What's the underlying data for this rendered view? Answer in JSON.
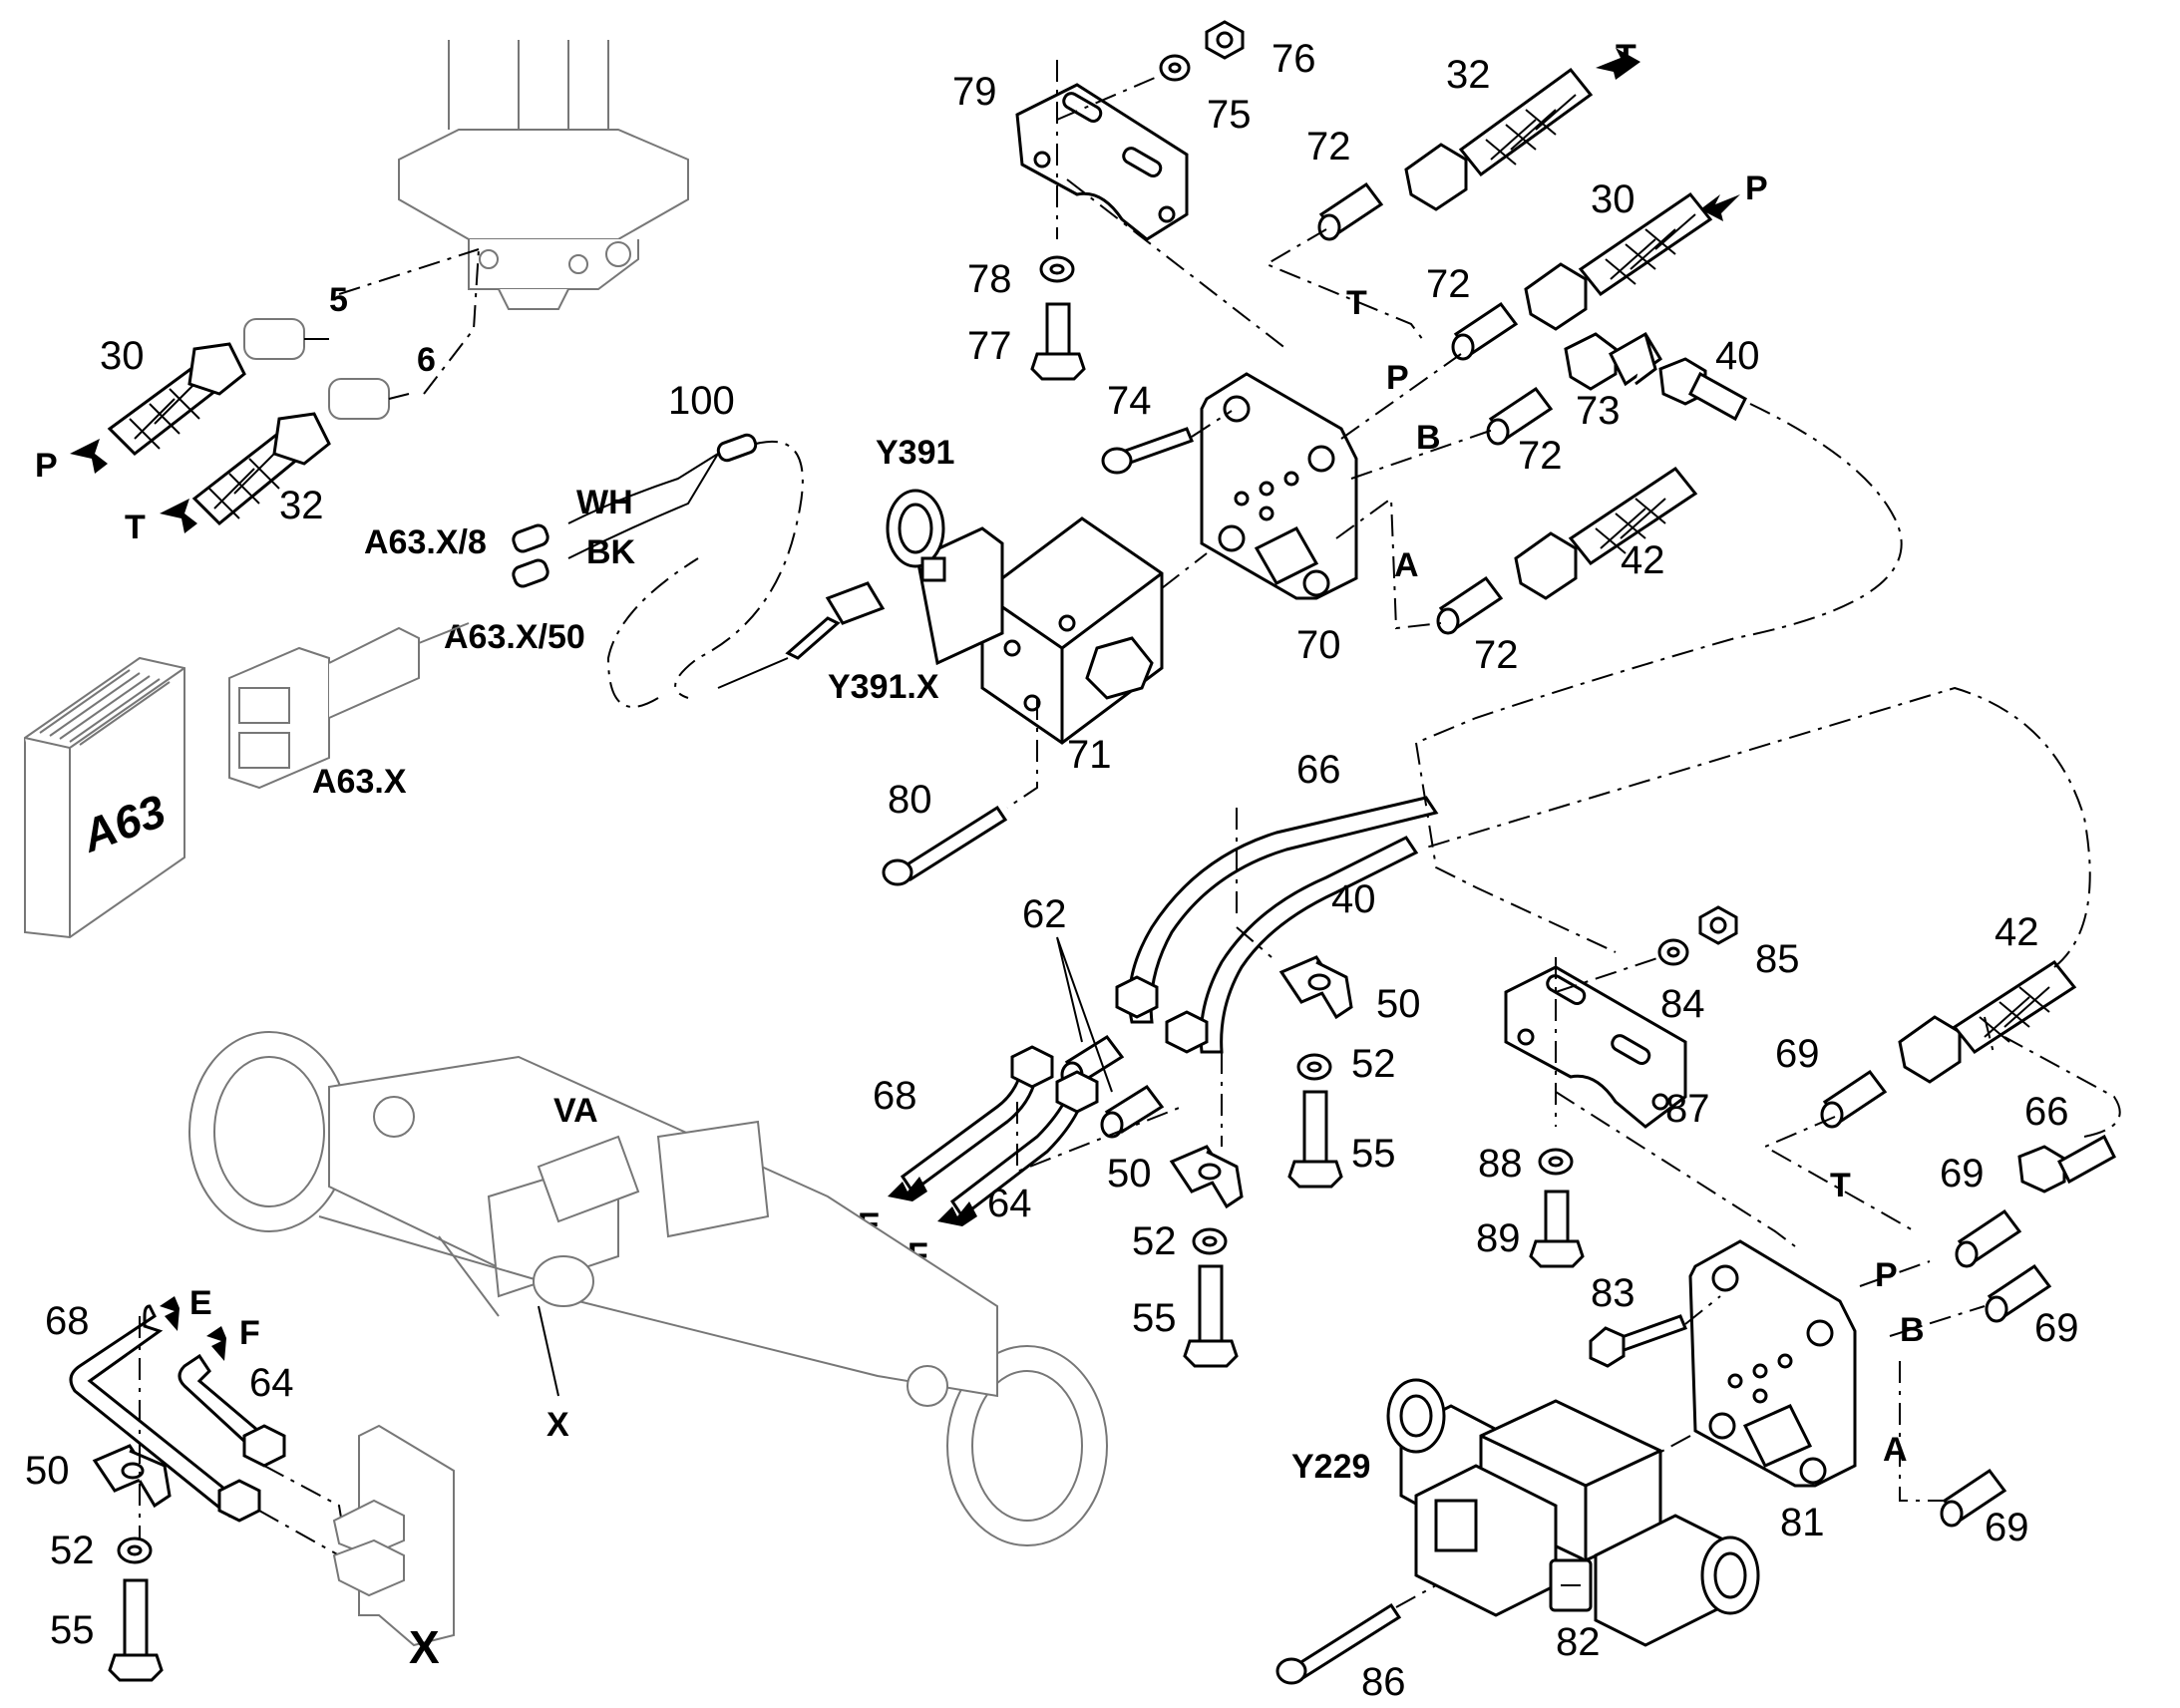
{
  "callouts": {
    "c5": "5",
    "c6": "6",
    "c30a": "30",
    "c32a": "32",
    "c100": "100",
    "c79": "79",
    "c75": "75",
    "c76": "76",
    "c32b": "32",
    "c72a": "72",
    "c30b": "30",
    "c72b": "72",
    "c78": "78",
    "c77": "77",
    "c40a": "40",
    "c74": "74",
    "c73": "73",
    "c72c": "72",
    "c42a": "42",
    "c72d": "72",
    "c70": "70",
    "c71": "71",
    "c80": "80",
    "c66a": "66",
    "c40b": "40",
    "c62": "62",
    "c50a": "50",
    "c85": "85",
    "c84": "84",
    "c42b": "42",
    "c68a": "68",
    "c52a": "52",
    "c69a": "69",
    "c87": "87",
    "c66b": "66",
    "c55a": "55",
    "c88": "88",
    "c69b": "69",
    "c64a": "64",
    "c50b": "50",
    "c89": "89",
    "c52b": "52",
    "c83": "83",
    "c69c": "69",
    "c55b": "55",
    "c68b": "68",
    "c64b": "64",
    "c50c": "50",
    "c52c": "52",
    "c55c": "55",
    "c81": "81",
    "c69d": "69",
    "c82": "82",
    "c86": "86"
  },
  "codes": {
    "y391": "Y391",
    "y391x": "Y391.X",
    "a63x8": "A63.X/8",
    "a63x50": "A63.X/50",
    "a63x": "A63.X",
    "a63": "A63",
    "y229": "Y229",
    "va": "VA",
    "x_small": "X",
    "x_big": "X"
  },
  "wire_colors": {
    "wh": "WH",
    "bk": "BK"
  },
  "ports": {
    "p1": "P",
    "t1": "T",
    "t2": "T",
    "p2": "P",
    "t3": "T",
    "p3": "P",
    "b1": "B",
    "a1": "A",
    "e1": "E",
    "f1": "F",
    "t4": "T",
    "p4": "P",
    "b2": "B",
    "a2": "A",
    "e2": "E",
    "f2": "F"
  }
}
